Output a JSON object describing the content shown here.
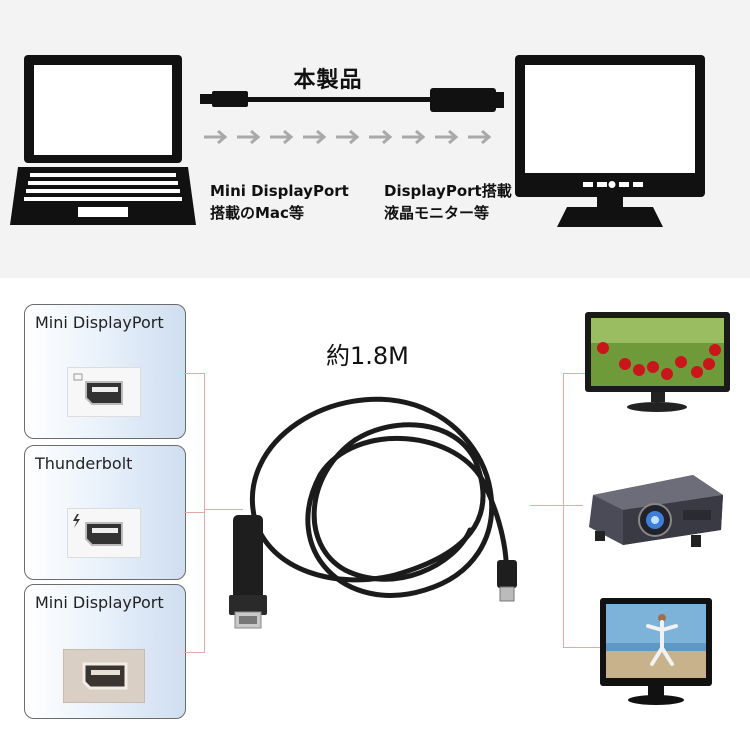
{
  "diagram": {
    "product_label": "本製品",
    "source_caption_line1": "Mini DisplayPort",
    "source_caption_line2": "搭載のMac等",
    "target_caption_line1": "DisplayPort搭載",
    "target_caption_line2": "液晶モニター等",
    "arrow_count": 9
  },
  "ports": [
    {
      "name": "Mini DisplayPort",
      "icon": "mini-displayport-icon"
    },
    {
      "name": "Thunderbolt",
      "icon": "thunderbolt-icon"
    },
    {
      "name": "Mini DisplayPort",
      "icon": "mini-displayport-icon"
    }
  ],
  "cable": {
    "length_label": "約1.8M"
  },
  "devices": [
    {
      "icon": "lcd-monitor-icon"
    },
    {
      "icon": "projector-icon"
    },
    {
      "icon": "monitor-icon"
    }
  ],
  "colors": {
    "connector_line": "#e8a8a8",
    "card_gradient_end": "#cfdef0"
  }
}
